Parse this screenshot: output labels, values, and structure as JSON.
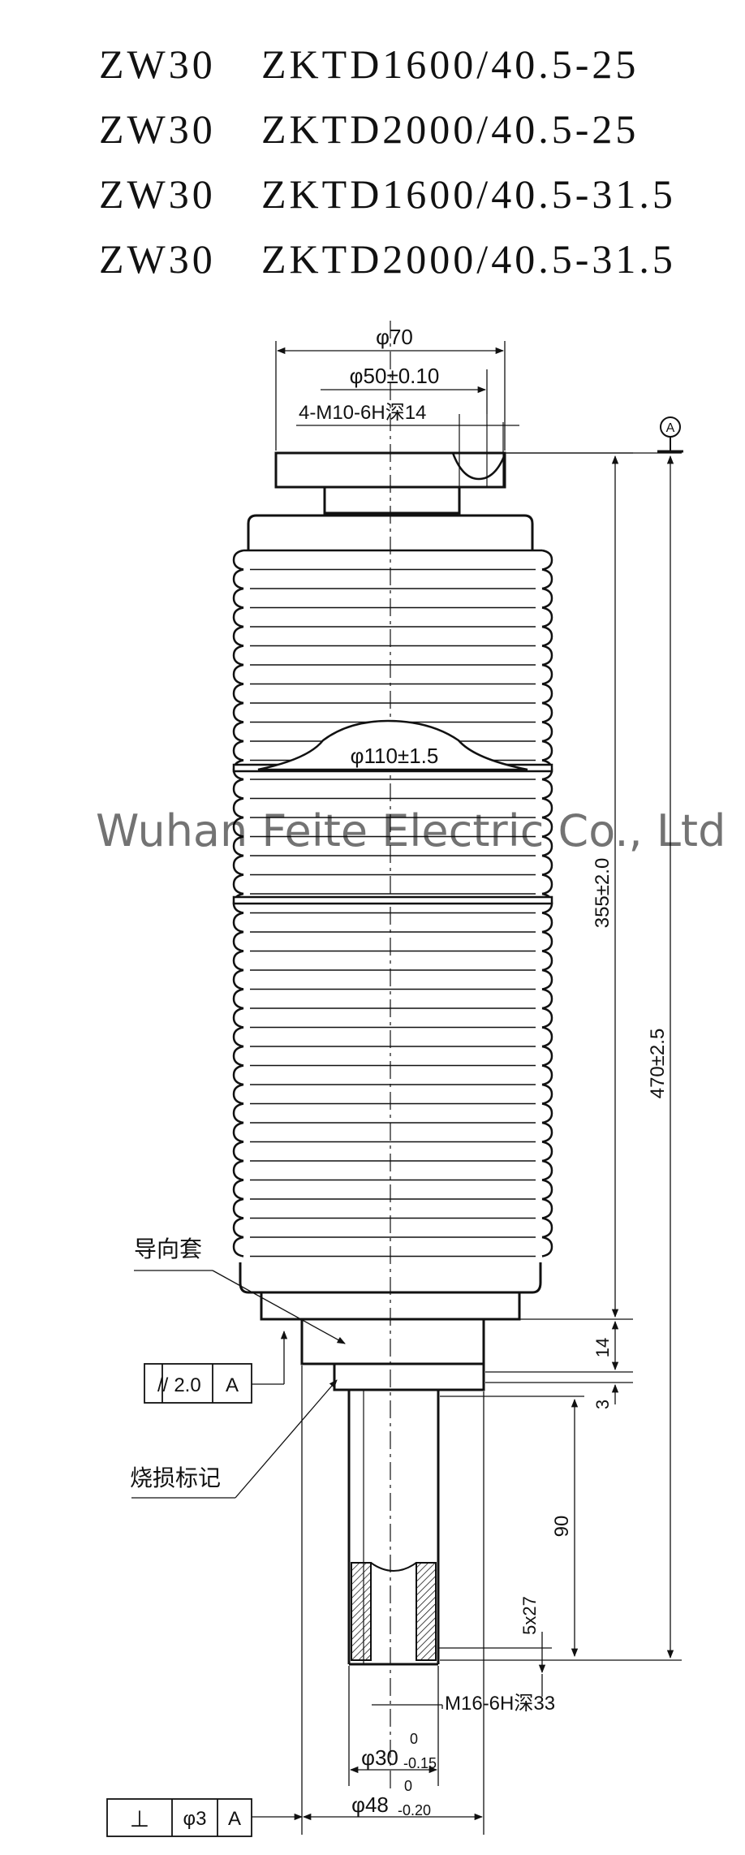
{
  "titles": [
    {
      "series": "ZW30",
      "model": "ZKTD1600/40.5-25"
    },
    {
      "series": "ZW30",
      "model": "ZKTD2000/40.5-25"
    },
    {
      "series": "ZW30",
      "model": "ZKTD1600/40.5-31.5"
    },
    {
      "series": "ZW30",
      "model": "ZKTD2000/40.5-31.5"
    }
  ],
  "dimensions": {
    "top_flange_dia": "φ70",
    "bolt_circle": "φ50±0.10",
    "top_thread": "4-M10-6H深14",
    "datum_label": "A",
    "insulator_dia": "φ110±1.5",
    "height_inner": "355±2.0",
    "height_total": "470±2.5",
    "dim_14": "14",
    "dim_3": "3",
    "stroke_90": "90",
    "chamfer": "5x27",
    "bottom_thread": "M16-6H深33",
    "rod_dia": "φ30",
    "rod_tol_upper": "0",
    "rod_tol_lower": "-0.15",
    "guide_dia": "φ48",
    "guide_tol_upper": "0",
    "guide_tol_lower": "-0.20"
  },
  "labels": {
    "guide_sleeve": "导向套",
    "wear_mark": "烧损标记"
  },
  "tolerance_frames": {
    "parallelism": {
      "symbol": "//",
      "value": "2.0",
      "datum": "A"
    },
    "perpendicularity": {
      "symbol": "⊥",
      "value": "φ3",
      "datum": "A"
    }
  },
  "watermark": "Wuhan Feite Electric Co., Ltd"
}
